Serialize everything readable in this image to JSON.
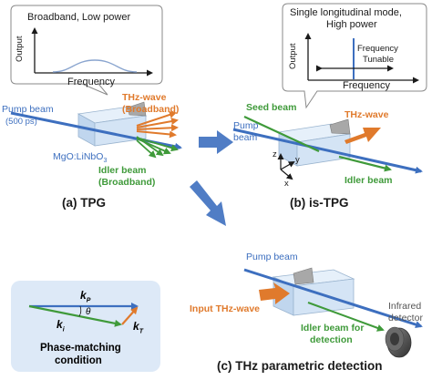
{
  "colors": {
    "blue": "#3d6fbf",
    "orange": "#e07a2c",
    "green": "#3f9a3a",
    "crystal": "#cfe1f4",
    "panel": "#dde9f7"
  },
  "tpg": {
    "bubble_title": "Broadband, Low power",
    "ylabel": "Output",
    "xlabel": "Frequency",
    "pump_label": "Pump beam",
    "pump_sub": "(500 ps)",
    "thz_label": "THz-wave",
    "thz_sub": "(Broadband)",
    "crystal_label": "MgO:LiNbO",
    "crystal_sub": "3",
    "idler_label": "Idler beam",
    "idler_sub": "(Broadband)",
    "caption": "(a) TPG"
  },
  "istpg": {
    "bubble_title_1": "Single longitudinal mode,",
    "bubble_title_2": "High power",
    "ylabel": "Output",
    "xlabel": "Frequency",
    "annot_1": "Frequency",
    "annot_2": "Tunable",
    "seed_label": "Seed beam",
    "pump_label_1": "Pump",
    "pump_label_2": "beam",
    "thz_label": "THz-wave",
    "idler_label": "Idler beam",
    "axis_z": "z",
    "axis_y": "y",
    "axis_x": "x",
    "caption": "(b) is-TPG"
  },
  "detection": {
    "pump_label": "Pump beam",
    "input_label": "Input THz-wave",
    "idler_label_1": "Idler beam for",
    "idler_label_2": "detection",
    "detector_label_1": "Infrared",
    "detector_label_2": "detector",
    "caption": "(c) THz parametric detection"
  },
  "phase": {
    "kp": "k",
    "kp_sub": "P",
    "ki": "k",
    "ki_sub": "i",
    "kt": "k",
    "kt_sub": "T",
    "theta": "θ",
    "title_1": "Phase-matching",
    "title_2": "condition"
  }
}
